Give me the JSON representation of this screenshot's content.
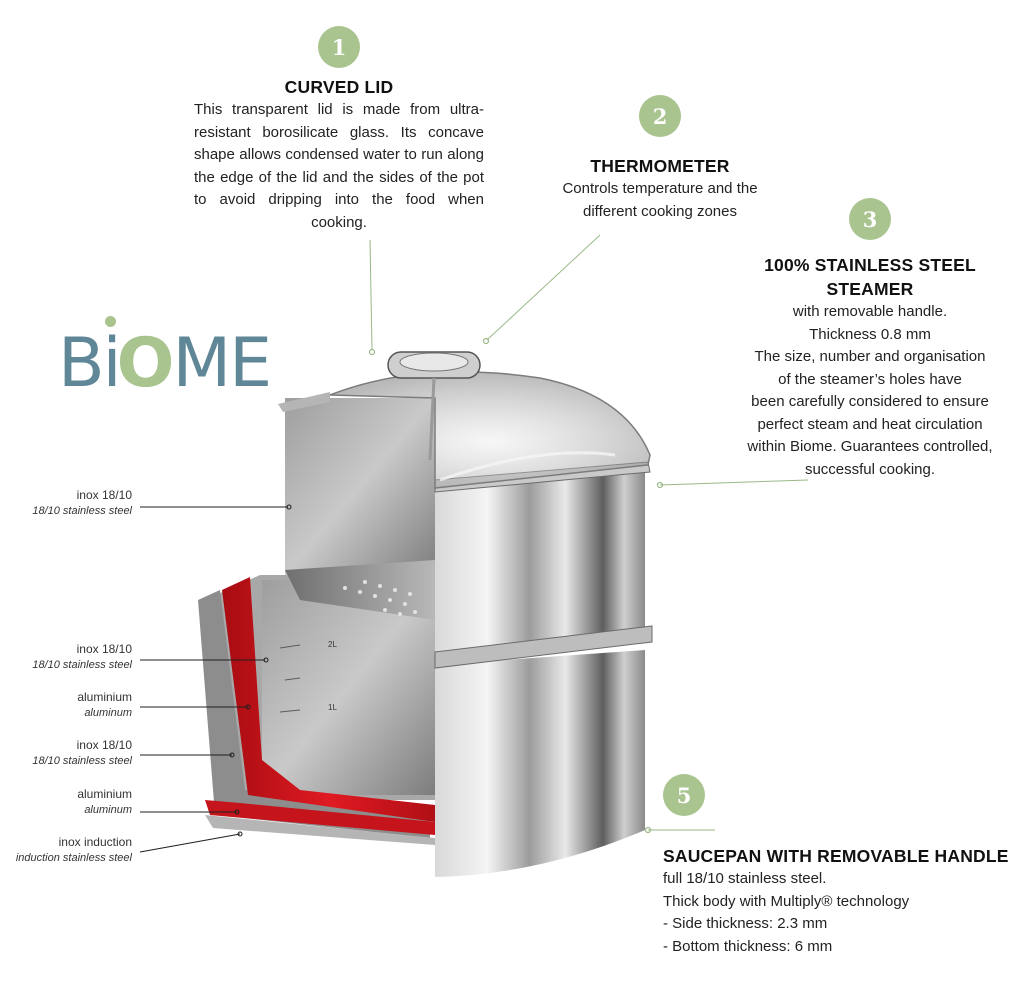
{
  "logo": {
    "letters": [
      "B",
      "i",
      "O",
      "M",
      "E"
    ]
  },
  "callouts": [
    {
      "number": "1",
      "title": "CURVED LID",
      "body": "This transparent lid is made from ultra-resistant borosilicate glass. Its concave shape allows condensed water to run along the edge of the lid and the sides of the pot to avoid dripping into the food when cooking."
    },
    {
      "number": "2",
      "title": "THERMOMETER",
      "lines": [
        "Controls temperature and the",
        "different cooking zones"
      ]
    },
    {
      "number": "3",
      "title_lines": [
        "100% STAINLESS STEEL",
        "STEAMER"
      ],
      "lines": [
        "with removable handle.",
        "Thickness 0.8 mm",
        "The size, number and organisation",
        "of the steamer’s holes have",
        "been carefully considered to ensure",
        "perfect steam and heat circulation",
        "within Biome. Guarantees controlled,",
        "successful cooking."
      ]
    },
    {
      "number": "5",
      "title": "SAUCEPAN WITH REMOVABLE HANDLE",
      "lines": [
        "full 18/10 stainless steel.",
        "Thick body with Multiply® technology",
        "- Side thickness: 2.3 mm",
        "- Bottom thickness: 6 mm"
      ]
    }
  ],
  "layers": [
    {
      "fr": "inox 18/10",
      "en": "18/10 stainless steel"
    },
    {
      "fr": "inox 18/10",
      "en": "18/10 stainless steel"
    },
    {
      "fr": "aluminium",
      "en": "aluminum"
    },
    {
      "fr": "inox 18/10",
      "en": "18/10 stainless steel"
    },
    {
      "fr": "aluminium",
      "en": "aluminum"
    },
    {
      "fr": "inox induction",
      "en": "induction stainless steel"
    }
  ],
  "scale_marks": [
    "2L",
    "1L"
  ],
  "colors": {
    "badge": "#a9c48f",
    "logo_blue": "#5f8797",
    "logo_green": "#a9c48f",
    "cutaway_red": "#d0141c",
    "leader": "#9ab989"
  }
}
